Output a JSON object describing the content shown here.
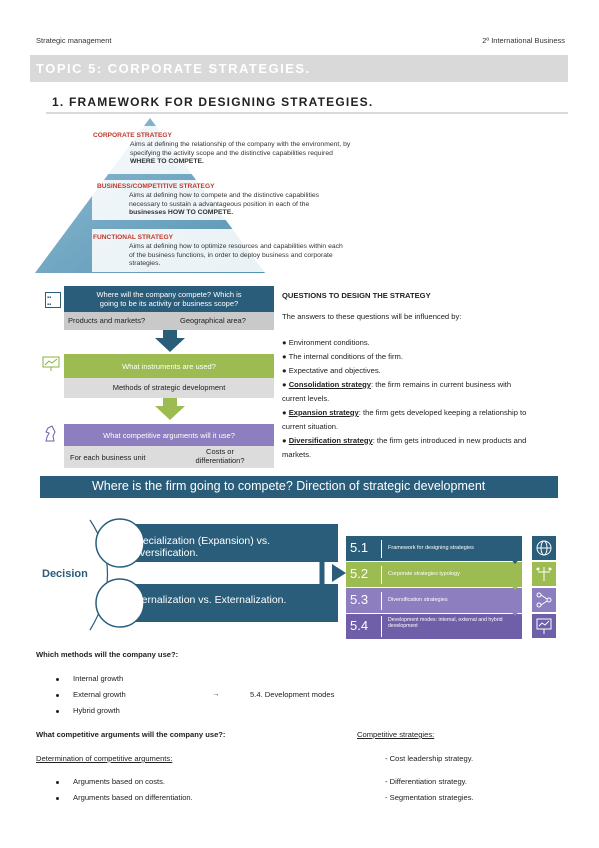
{
  "header": {
    "left": "Strategic management",
    "right": "2º International Business"
  },
  "topic_title": "TOPIC 5: CORPORATE STRATEGIES.",
  "section1_title": "1.  FRAMEWORK FOR DESIGNING STRATEGIES.",
  "pyramid": {
    "corporate_title": "CORPORATE STRATEGY",
    "corporate_text_1": "Aims at defining the relationship of the company with the environment, by",
    "corporate_text_2": "specifying the activity scope and the distinctive capabilities required",
    "corporate_text_3": "WHERE TO COMPETE.",
    "business_title": "BUSINESS/COMPETITIVE STRATEGY",
    "business_text_1": "Aims at defining how to compete and the distinctive capabilities",
    "business_text_2": "necessary to sustain a advantageous position in each of the",
    "business_text_3": "businesses  HOW TO COMPETE.",
    "functional_title": "FUNCTIONAL STRATEGY",
    "functional_text_1": "Aims at defining how to optimize resources and capabilities within each",
    "functional_text_2": "of the business functions, in order to deploy business and corporate",
    "functional_text_3": "strategies."
  },
  "flow": {
    "q1_line1": "Where will the company compete? Which is",
    "q1_line2": "going to be its activity or business scope?",
    "q1_left": "Products and markets?",
    "q1_right": "Geographical area?",
    "q2": "What instruments are used?",
    "q2_sub": "Methods of strategic development",
    "q3": "What competitive arguments will it use?",
    "q3_left": "For each business unit",
    "q3_right_1": "Costs or",
    "q3_right_2": "differentiation?"
  },
  "questions": {
    "title": "QUESTIONS TO DESIGN THE STRATEGY",
    "intro": "The answers to these questions will be influenced by:",
    "b1": "Environment conditions.",
    "b2": "The internal conditions of the firm.",
    "b3": "Expectative and objectives.",
    "b4_bold": "Consolidation strategy",
    "b4_rest": ": the firm remains in current business with",
    "b4_cont": "current levels.",
    "b5_bold": "Expansion strategy",
    "b5_rest": ": the firm gets developed keeping a relationship to",
    "b5_cont": "current situation.",
    "b6_bold": "Diversification strategy",
    "b6_rest": ": the firm gets introduced in new products and",
    "b6_cont": "markets."
  },
  "direction_title": "Where is the firm going to compete? Direction of strategic development",
  "decision": {
    "label": "Decision",
    "opt1_line1": "Specialization (Expansion) vs.",
    "opt1_line2": "Diversification.",
    "opt2": "Internalization vs. Externalization."
  },
  "steps": [
    {
      "num": "5.1",
      "label": "Framework for designing strategies"
    },
    {
      "num": "5.2",
      "label": "Corporate strategies typology"
    },
    {
      "num": "5.3",
      "label": "Diversification strategies"
    },
    {
      "num": "5.4",
      "label": "Development modes: internal, external and hybrid development"
    }
  ],
  "methods": {
    "title": "Which methods will the company use?:",
    "items": [
      "Internal growth",
      "External growth",
      "Hybrid growth"
    ],
    "arrow": "→",
    "ref": "5.4. Development modes"
  },
  "arguments": {
    "title": "What competitive arguments will the company use?:",
    "det_title": "Determination of competitive arguments:",
    "items": [
      "Arguments based on costs.",
      "Arguments based on differentiation."
    ],
    "comp_title": "Competitive strategies:",
    "comp_items": [
      "- Cost leadership strategy.",
      "- Differentiation strategy.",
      "- Segmentation strategies."
    ]
  },
  "colors": {
    "teal": "#2a5d7a",
    "green": "#9cbc52",
    "purple": "#8d7ec0",
    "pyramid": "#1f6f96"
  }
}
